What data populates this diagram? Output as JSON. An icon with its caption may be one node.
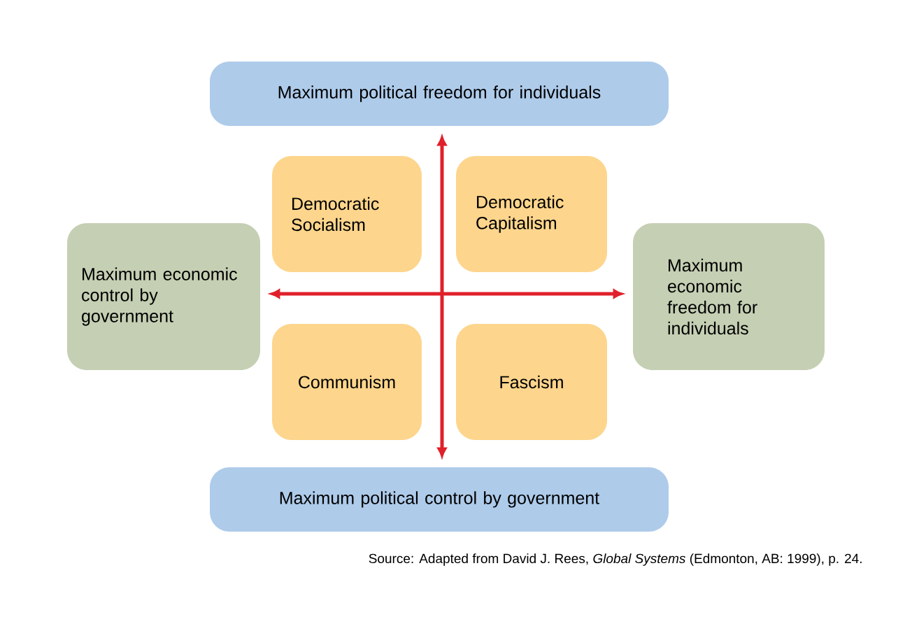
{
  "diagram": {
    "caption": "Source: Adapted from David J. Rees, *Global Systems* (Edmonton, AB: 1999), p. 24.",
    "nodes": [
      {
        "text": [
          "Maximum political freedom for individuals"
        ]
      },
      {
        "text": [
          "Democratic Socialism"
        ]
      },
      {
        "text": [
          "Democratic Capitalism"
        ]
      },
      {
        "text": [
          "Maximum economic control by government"
        ]
      },
      {
        "text": [
          "Maximum economic freedom for individuals"
        ]
      },
      {
        "text": [
          "Communism"
        ]
      },
      {
        "text": [
          "Fascism"
        ]
      },
      {
        "text": [
          "Maximum political control by government"
        ]
      }
    ],
    "edges": [
      {
        "from": 0,
        "to": 7,
        "arrow": "both"
      },
      {
        "from": 3,
        "to": 4,
        "arrow": "both"
      }
    ]
  }
}
